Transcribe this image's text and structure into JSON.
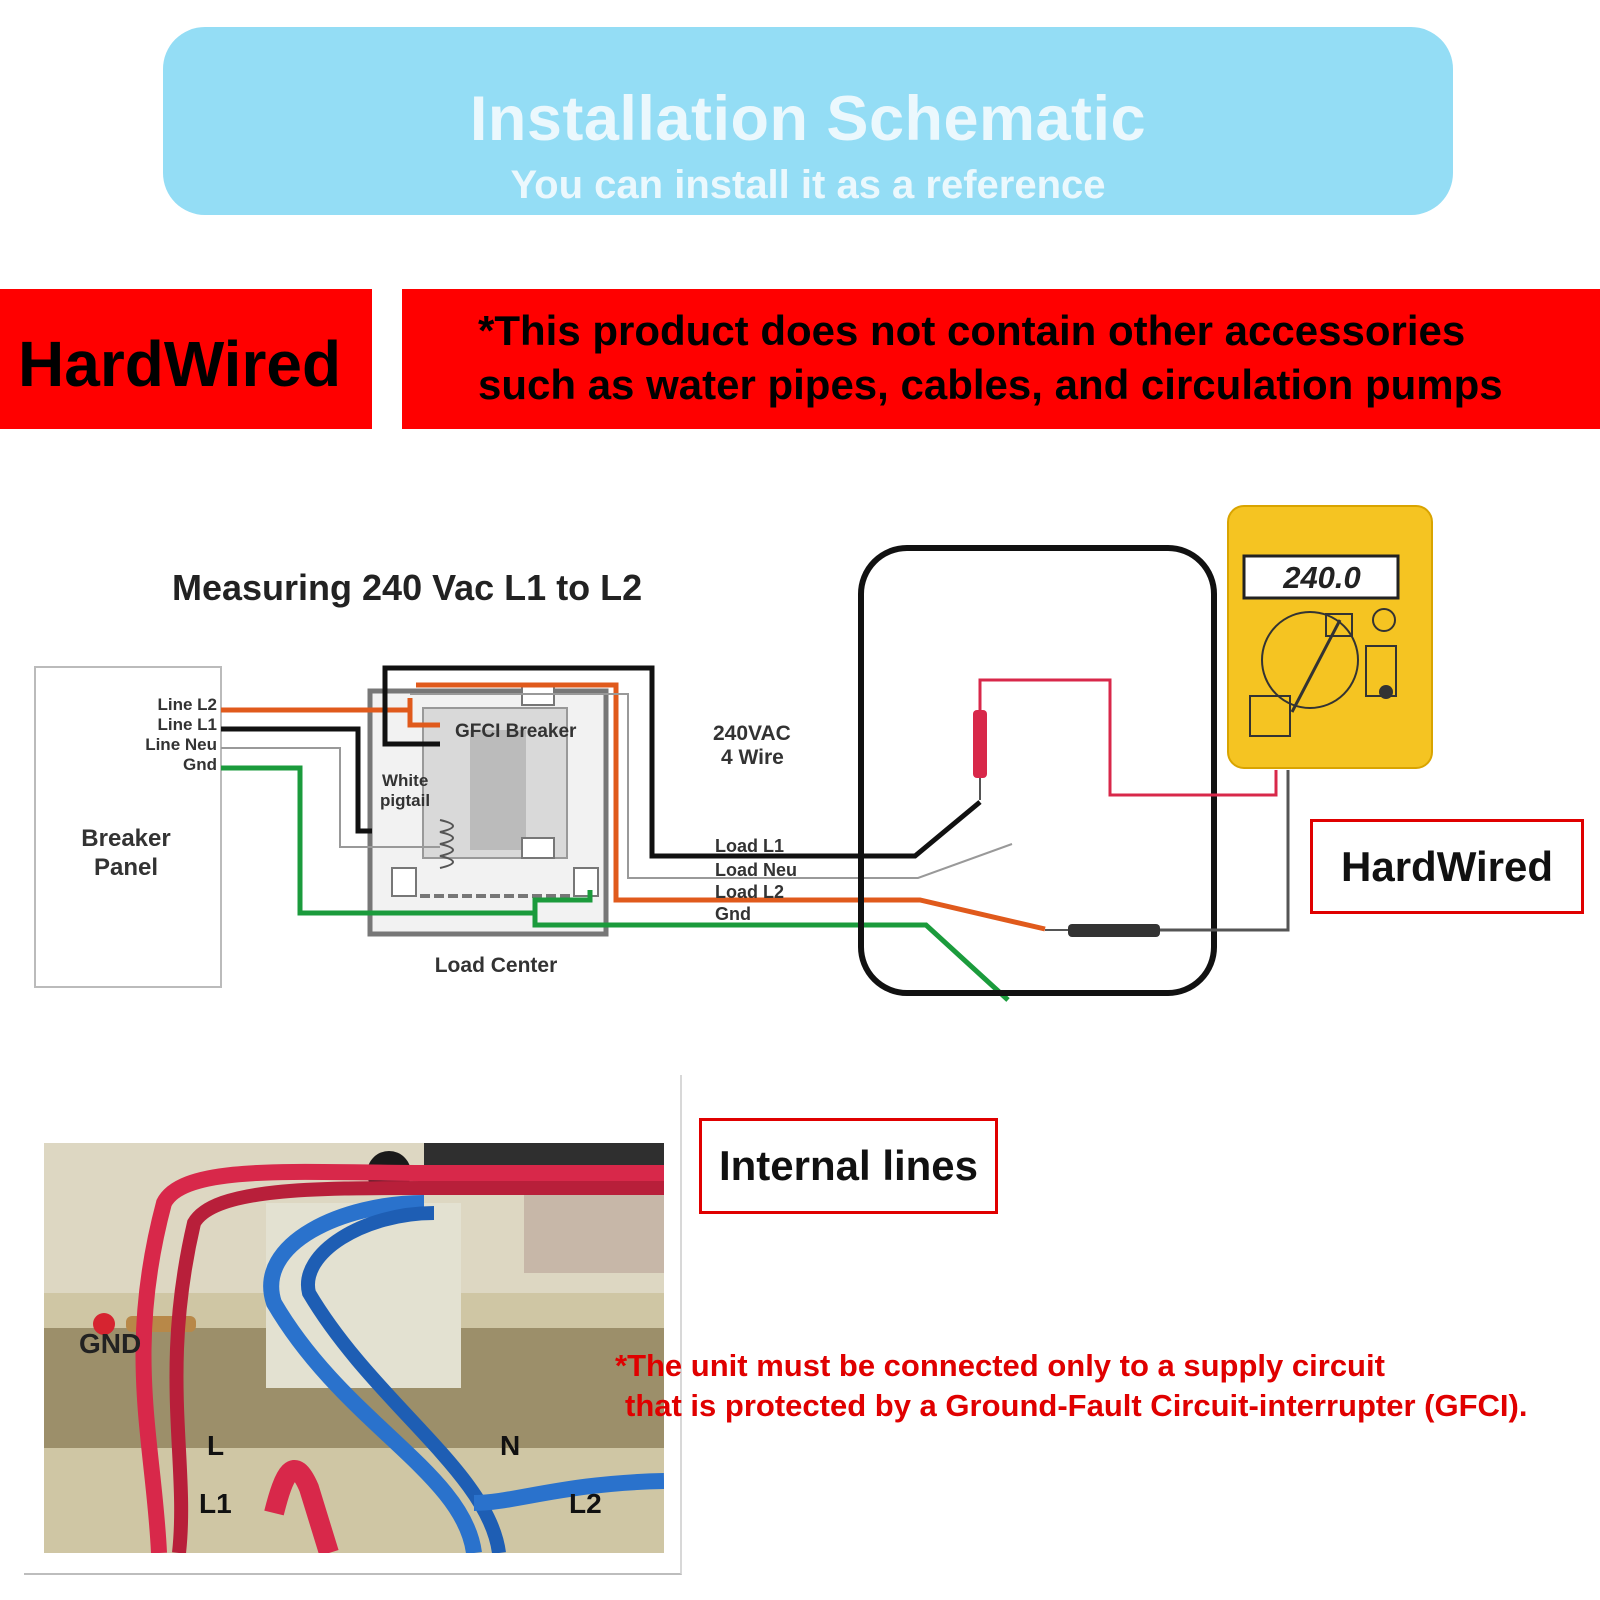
{
  "header": {
    "title": "Installation Schematic",
    "subtitle": "You can install it as a reference"
  },
  "banner": {
    "left_label": "HardWired",
    "note_line1": "*This product does not contain other accessories",
    "note_line2": "such as water pipes, cables, and circulation pumps"
  },
  "schematic": {
    "heading": "Measuring 240 Vac L1 to L2",
    "breaker_panel": {
      "line1": "Breaker",
      "line2": "Panel",
      "terminals": [
        "Line L2",
        "Line L1",
        "Line Neu",
        "Gnd"
      ]
    },
    "load_center": {
      "label": "Load Center",
      "gfci": "GFCI Breaker",
      "pigtail_line1": "White",
      "pigtail_line2": "pigtail"
    },
    "supply_line1": "240VAC",
    "supply_line2": "4 Wire",
    "loads": [
      "Load L1",
      "Load Neu",
      "Load L2",
      "Gnd"
    ],
    "meter_reading": "240.0",
    "wire_colors": {
      "l1": "#111111",
      "l2": "#e05a1c",
      "neutral": "#ffffff",
      "ground": "#1b9b3c",
      "probe": "#d8284a",
      "meter": "#f5c422"
    }
  },
  "hardwired_label": "HardWired",
  "internal_label": "Internal lines",
  "photo": {
    "gnd": "GND",
    "l": "L",
    "n": "N",
    "l1": "L1",
    "l2": "L2"
  },
  "warning": {
    "line1": "*The unit must be connected only to a supply circuit",
    "line2": "that is protected by a Ground-Fault Circuit-interrupter (GFCI)."
  }
}
